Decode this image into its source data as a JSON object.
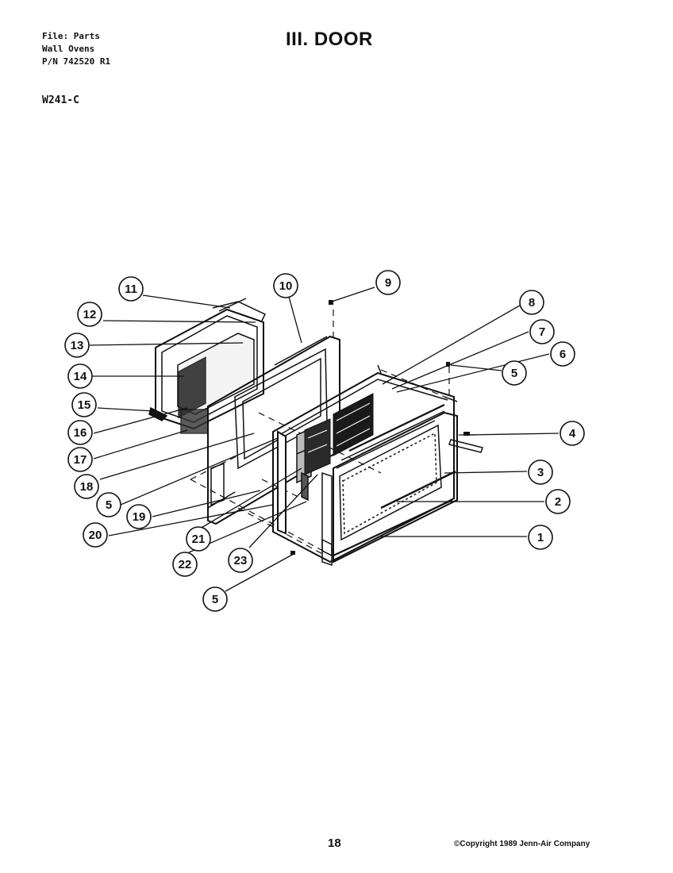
{
  "header": {
    "file_line": "File: Parts",
    "category_line": "Wall Ovens",
    "part_number_line": "P/N 742520 R1"
  },
  "model": "W241-C",
  "title": "III. DOOR",
  "page_number": "18",
  "copyright": "©Copyright 1989 Jenn-Air Company",
  "callouts": [
    "11",
    "10",
    "9",
    "12",
    "8",
    "13",
    "7",
    "6",
    "14",
    "5",
    "15",
    "4",
    "16",
    "3",
    "17",
    "2",
    "18",
    "5",
    "19",
    "20",
    "21",
    "22",
    "23",
    "1",
    "5"
  ]
}
